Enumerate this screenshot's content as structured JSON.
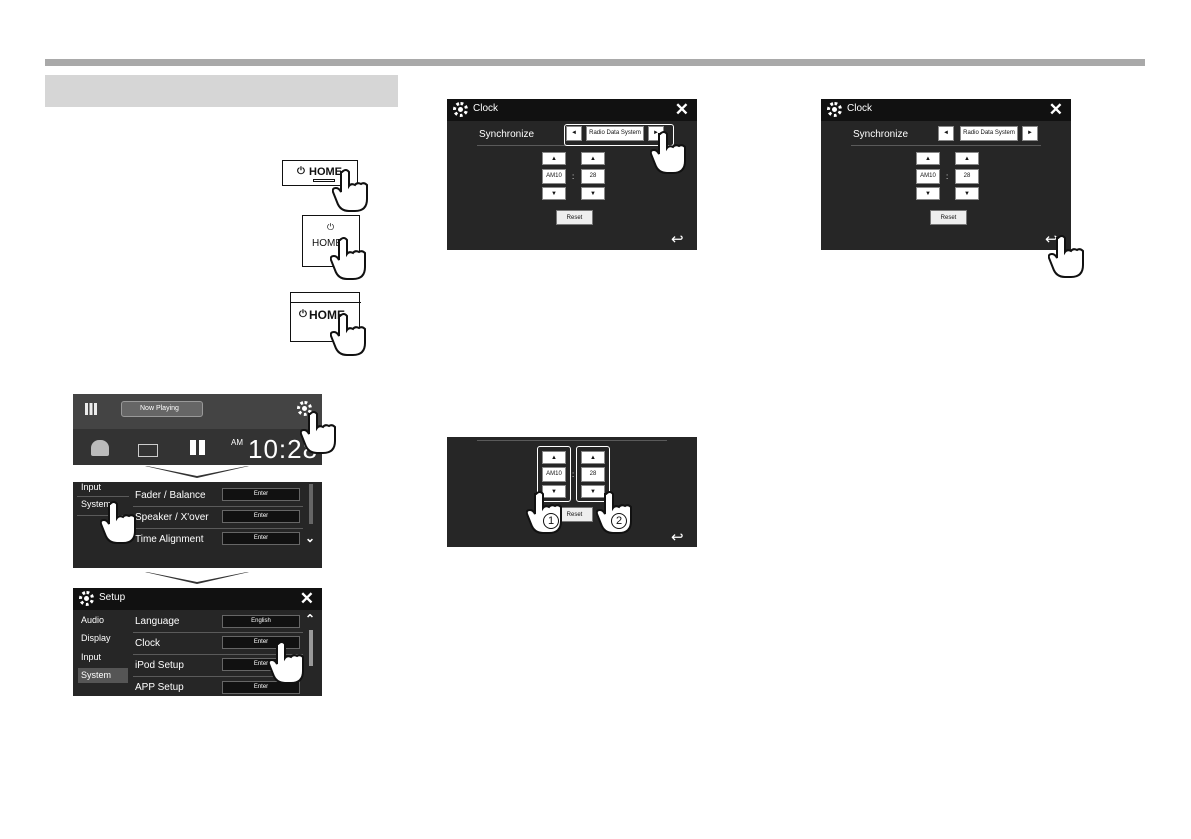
{
  "clock_screen": {
    "title": "Clock",
    "sync_label": "Synchronize",
    "sync_value": "Radio Data System",
    "hour_value": "AM10",
    "minute_value": "28",
    "colon": ":",
    "reset_label": "Reset"
  },
  "home_buttons": {
    "label": "HOME",
    "power_symbol": "⏻"
  },
  "home_screen": {
    "now_playing": "Now Playing",
    "am": "AM",
    "time": "10:28"
  },
  "audio_menu": {
    "side_items": [
      "Input",
      "System"
    ],
    "rows": [
      {
        "label": "Fader / Balance",
        "button": "Enter"
      },
      {
        "label": "Speaker / X'over",
        "button": "Enter"
      },
      {
        "label": "Time Alignment",
        "button": "Enter"
      }
    ]
  },
  "setup_menu": {
    "title": "Setup",
    "side_items": [
      "Audio",
      "Display",
      "Input",
      "System"
    ],
    "rows": [
      {
        "label": "Language",
        "button": "English"
      },
      {
        "label": "Clock",
        "button": "Enter"
      },
      {
        "label": "iPod Setup",
        "button": "Enter"
      },
      {
        "label": "APP Setup",
        "button": "Enter"
      }
    ]
  },
  "step_numbers": [
    "1",
    "2"
  ],
  "icons": {
    "up": "▲",
    "down": "▼",
    "left": "◄",
    "right": "►",
    "close": "✕",
    "back": "↩",
    "chevron_up": "^",
    "chevron_down": "v"
  }
}
